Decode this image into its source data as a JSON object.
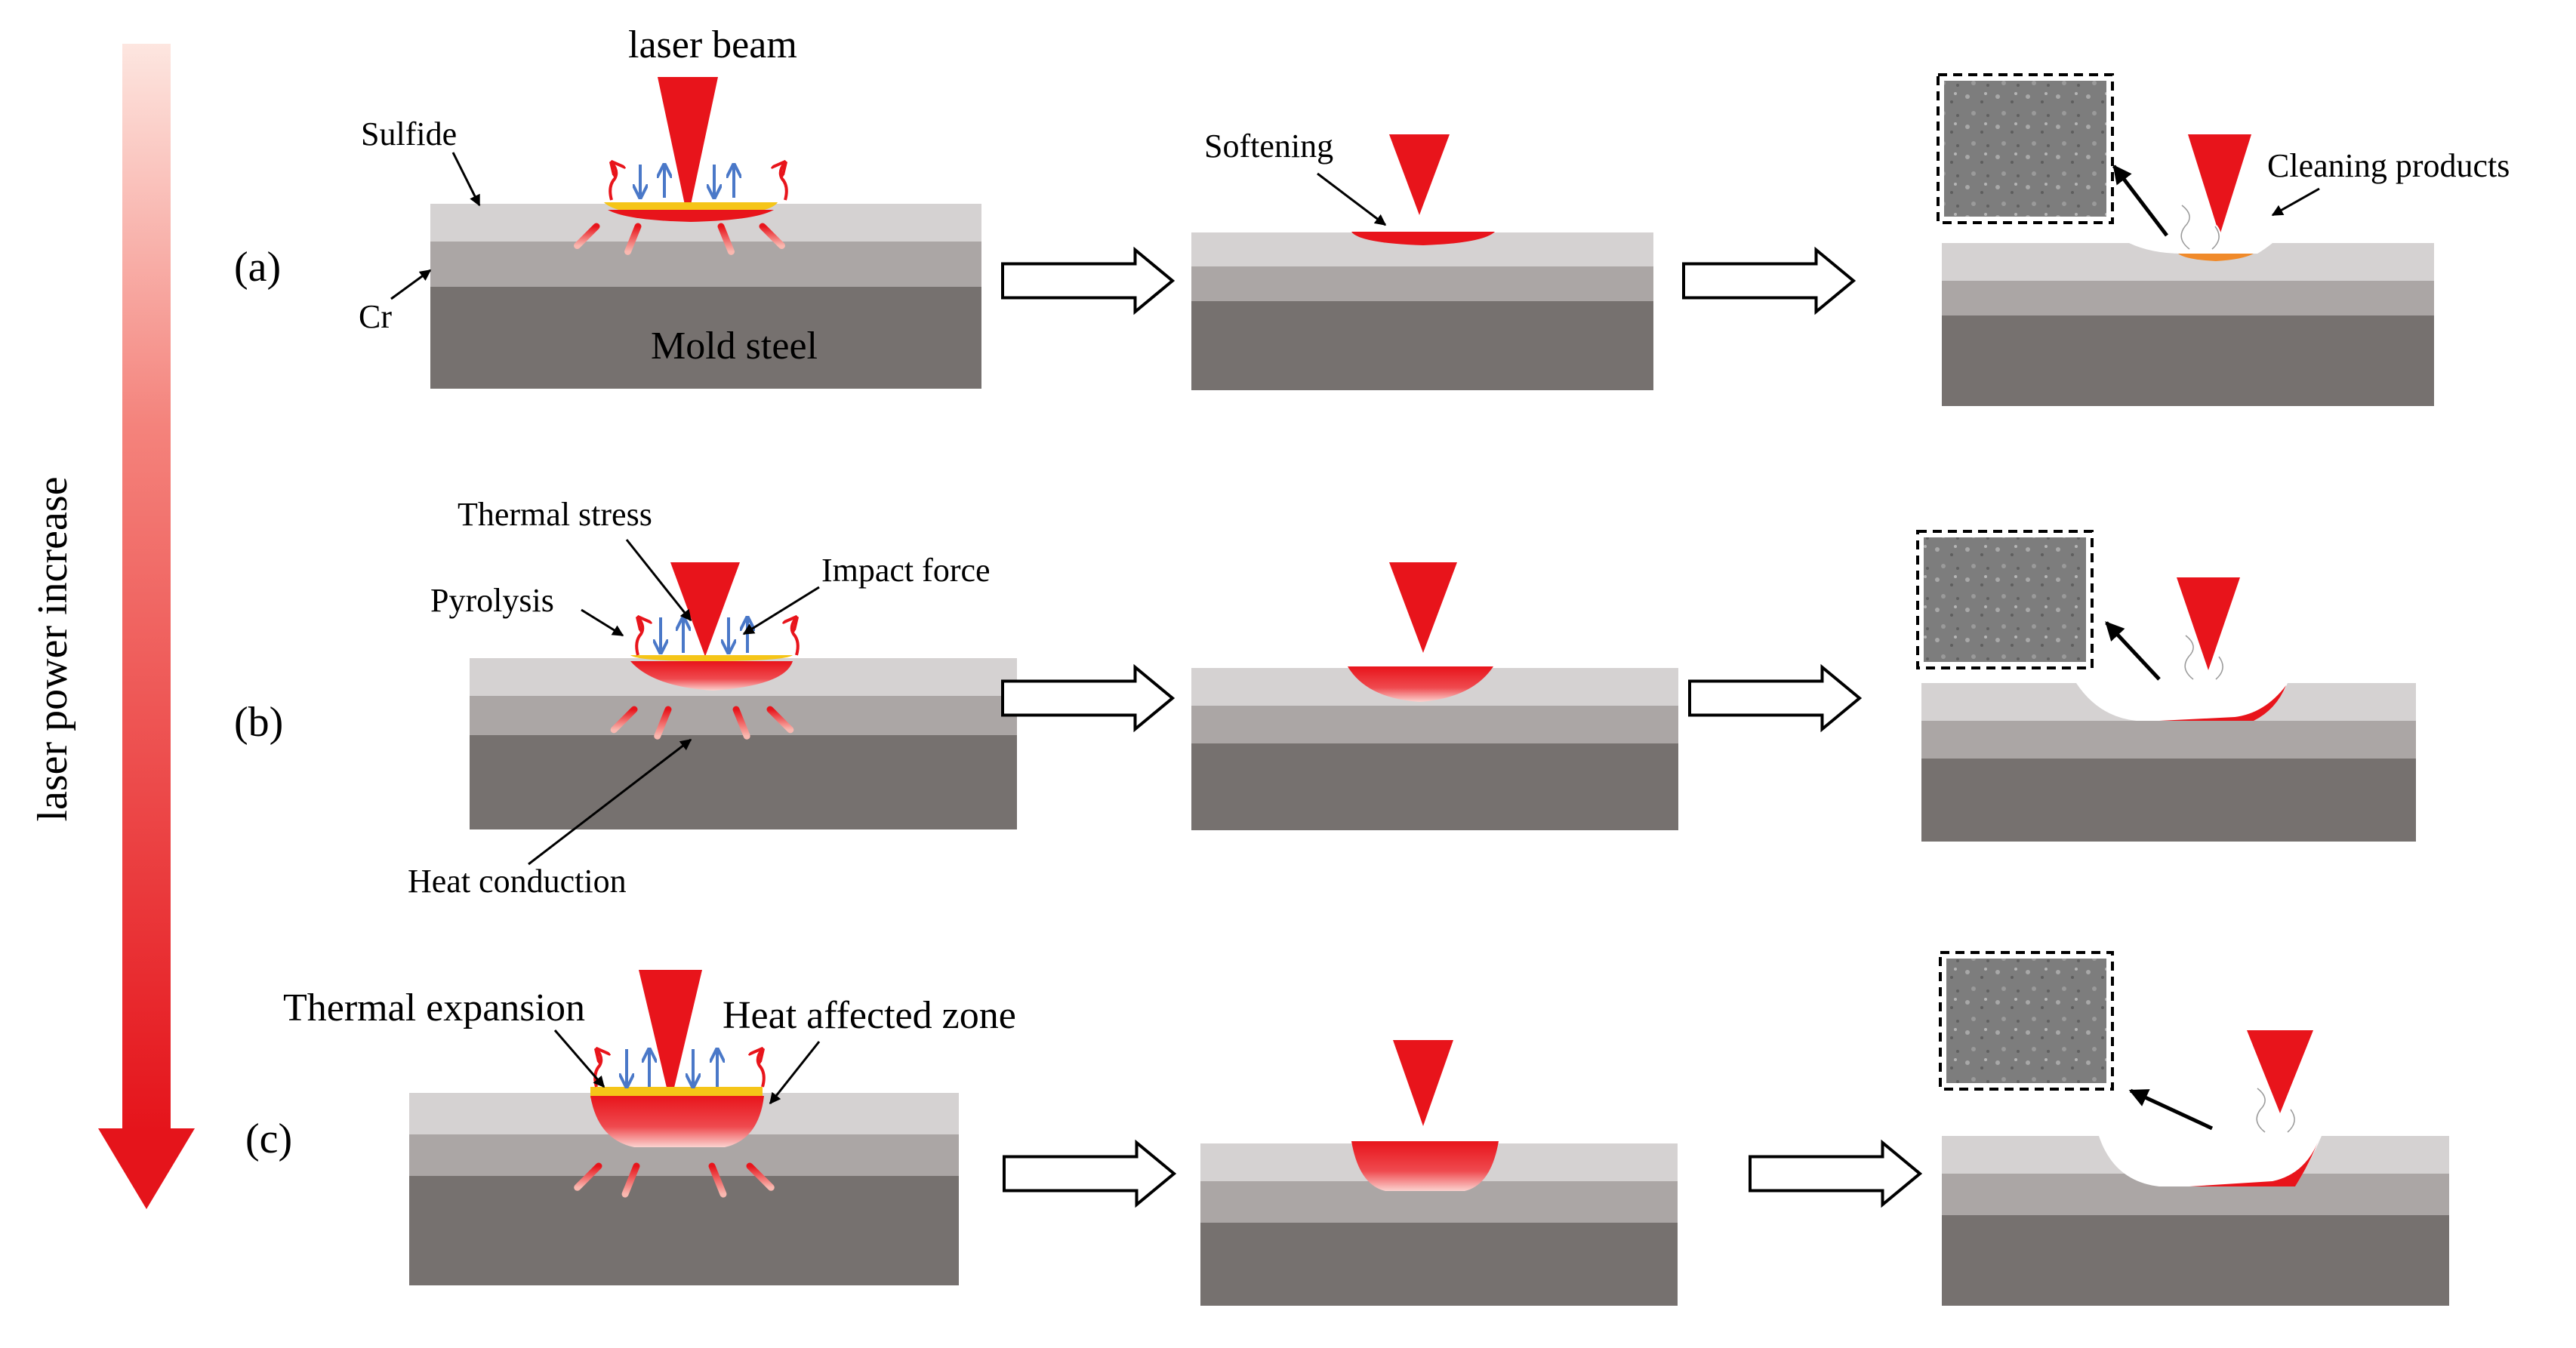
{
  "side_label": "laser power increase",
  "rows": [
    {
      "id": "a",
      "label": "(a)"
    },
    {
      "id": "b",
      "label": "(b)"
    },
    {
      "id": "c",
      "label": "(c)"
    }
  ],
  "labels": {
    "laser_beam": "laser beam",
    "sulfide": "Sulfide",
    "cr": "Cr",
    "mold_steel": "Mold steel",
    "softening": "Softening",
    "cleaning_products": "Cleaning products",
    "thermal_stress": "Thermal stress",
    "impact_force": "Impact force",
    "pyrolysis": "Pyrolysis",
    "heat_conduction": "Heat conduction",
    "thermal_expansion": "Thermal expansion",
    "heat_affected_zone": "Heat affected zone"
  },
  "colors": {
    "top_layer": "#d5d2d2",
    "mid_layer": "#aba6a5",
    "substrate": "#76716f",
    "laser_red": "#e8141b",
    "yellow": "#f5c518",
    "blue_arrow": "#4a78c8",
    "gradient_top": "#fde6e0",
    "gradient_bottom": "#e5141b"
  }
}
